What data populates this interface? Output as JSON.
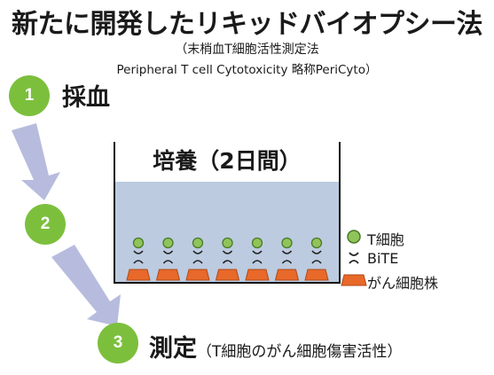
{
  "title": "新たに開発したリキッドバイオプシー法",
  "subtitle": "（末梢血T細胞活性測定法",
  "subtitle2": "Peripheral T cell Cytotoxicity 略称PeriCyto）",
  "steps": [
    {
      "number": "1",
      "label": "採血"
    },
    {
      "number": "2",
      "label": ""
    },
    {
      "number": "3",
      "label": "測定",
      "note": "（T細胞のがん細胞傷害活性）"
    }
  ],
  "culture": {
    "label": "培養（2日間）"
  },
  "legend": [
    {
      "label": "T細胞",
      "icon": "t-cell-icon"
    },
    {
      "label": "BiTE",
      "icon": "bite-icon"
    },
    {
      "label": "がん細胞株",
      "icon": "cancer-cell-icon"
    }
  ],
  "colors": {
    "green": "#7cbf3d",
    "arrow": "#b3b8dc",
    "liquid": "#bccbe0",
    "cancer": "#e8692a"
  },
  "well_count": 7
}
